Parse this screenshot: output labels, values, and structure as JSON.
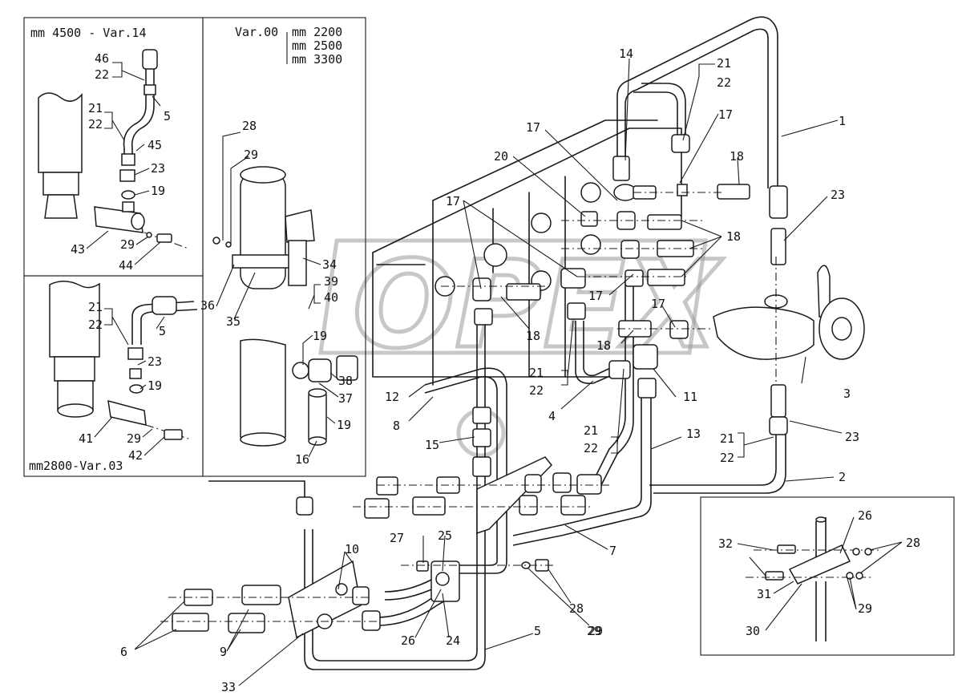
{
  "watermark": "OPEX",
  "insets": {
    "top_left": {
      "caption": "mm 4500 - Var.14"
    },
    "bottom_left": {
      "caption": "mm2800-Var.03"
    },
    "middle": {
      "var_label": "Var.00",
      "sizes": [
        "mm 2200",
        "mm 2500",
        "mm 3300"
      ]
    }
  },
  "labels": [
    {
      "id": "l46",
      "text": "46"
    },
    {
      "id": "l22a",
      "text": "22"
    },
    {
      "id": "l5a",
      "text": "5"
    },
    {
      "id": "l21a",
      "text": "21"
    },
    {
      "id": "l22b",
      "text": "22"
    },
    {
      "id": "l45",
      "text": "45"
    },
    {
      "id": "l23a",
      "text": "23"
    },
    {
      "id": "l19a",
      "text": "19"
    },
    {
      "id": "l43",
      "text": "43"
    },
    {
      "id": "l29a",
      "text": "29"
    },
    {
      "id": "l44",
      "text": "44"
    },
    {
      "id": "l21b",
      "text": "21"
    },
    {
      "id": "l22c",
      "text": "22"
    },
    {
      "id": "l5b",
      "text": "5"
    },
    {
      "id": "l23b",
      "text": "23"
    },
    {
      "id": "l19b",
      "text": "19"
    },
    {
      "id": "l41",
      "text": "41"
    },
    {
      "id": "l29b",
      "text": "29"
    },
    {
      "id": "l42",
      "text": "42"
    },
    {
      "id": "l28a",
      "text": "28"
    },
    {
      "id": "l29c",
      "text": "29"
    },
    {
      "id": "l34",
      "text": "34"
    },
    {
      "id": "l39",
      "text": "39"
    },
    {
      "id": "l40",
      "text": "40"
    },
    {
      "id": "l36",
      "text": "36"
    },
    {
      "id": "l35",
      "text": "35"
    },
    {
      "id": "l19c",
      "text": "19"
    },
    {
      "id": "l38",
      "text": "38"
    },
    {
      "id": "l37",
      "text": "37"
    },
    {
      "id": "l19d",
      "text": "19"
    },
    {
      "id": "l16",
      "text": "16"
    },
    {
      "id": "l14",
      "text": "14"
    },
    {
      "id": "l21c",
      "text": "21"
    },
    {
      "id": "l22d",
      "text": "22"
    },
    {
      "id": "l17a",
      "text": "17"
    },
    {
      "id": "l17b",
      "text": "17"
    },
    {
      "id": "l1",
      "text": "1"
    },
    {
      "id": "l20",
      "text": "20"
    },
    {
      "id": "l18a",
      "text": "18"
    },
    {
      "id": "l23c",
      "text": "23"
    },
    {
      "id": "l17c",
      "text": "17"
    },
    {
      "id": "l18b",
      "text": "18"
    },
    {
      "id": "l17d",
      "text": "17"
    },
    {
      "id": "l17e",
      "text": "17"
    },
    {
      "id": "l18c",
      "text": "18"
    },
    {
      "id": "l18d",
      "text": "18"
    },
    {
      "id": "l3",
      "text": "3"
    },
    {
      "id": "l12",
      "text": "12"
    },
    {
      "id": "l21d",
      "text": "21"
    },
    {
      "id": "l22e",
      "text": "22"
    },
    {
      "id": "l11",
      "text": "11"
    },
    {
      "id": "l8",
      "text": "8"
    },
    {
      "id": "l4",
      "text": "4"
    },
    {
      "id": "l23d",
      "text": "23"
    },
    {
      "id": "l13",
      "text": "13"
    },
    {
      "id": "l21e",
      "text": "21"
    },
    {
      "id": "l22f",
      "text": "22"
    },
    {
      "id": "l15",
      "text": "15"
    },
    {
      "id": "l21f",
      "text": "21"
    },
    {
      "id": "l22g",
      "text": "22"
    },
    {
      "id": "l2",
      "text": "2"
    },
    {
      "id": "l26a",
      "text": "26"
    },
    {
      "id": "l32",
      "text": "32"
    },
    {
      "id": "l28b",
      "text": "28"
    },
    {
      "id": "l27",
      "text": "27"
    },
    {
      "id": "l25",
      "text": "25"
    },
    {
      "id": "l7",
      "text": "7"
    },
    {
      "id": "l10",
      "text": "10"
    },
    {
      "id": "l28c",
      "text": "28"
    },
    {
      "id": "l29d",
      "text": "29"
    },
    {
      "id": "l31",
      "text": "31"
    },
    {
      "id": "l29e",
      "text": "29"
    },
    {
      "id": "l30",
      "text": "30"
    },
    {
      "id": "l6",
      "text": "6"
    },
    {
      "id": "l9",
      "text": "9"
    },
    {
      "id": "l26b",
      "text": "26"
    },
    {
      "id": "l24",
      "text": "24"
    },
    {
      "id": "l5c",
      "text": "5"
    },
    {
      "id": "l29f",
      "text": "29"
    },
    {
      "id": "l33",
      "text": "33"
    }
  ]
}
